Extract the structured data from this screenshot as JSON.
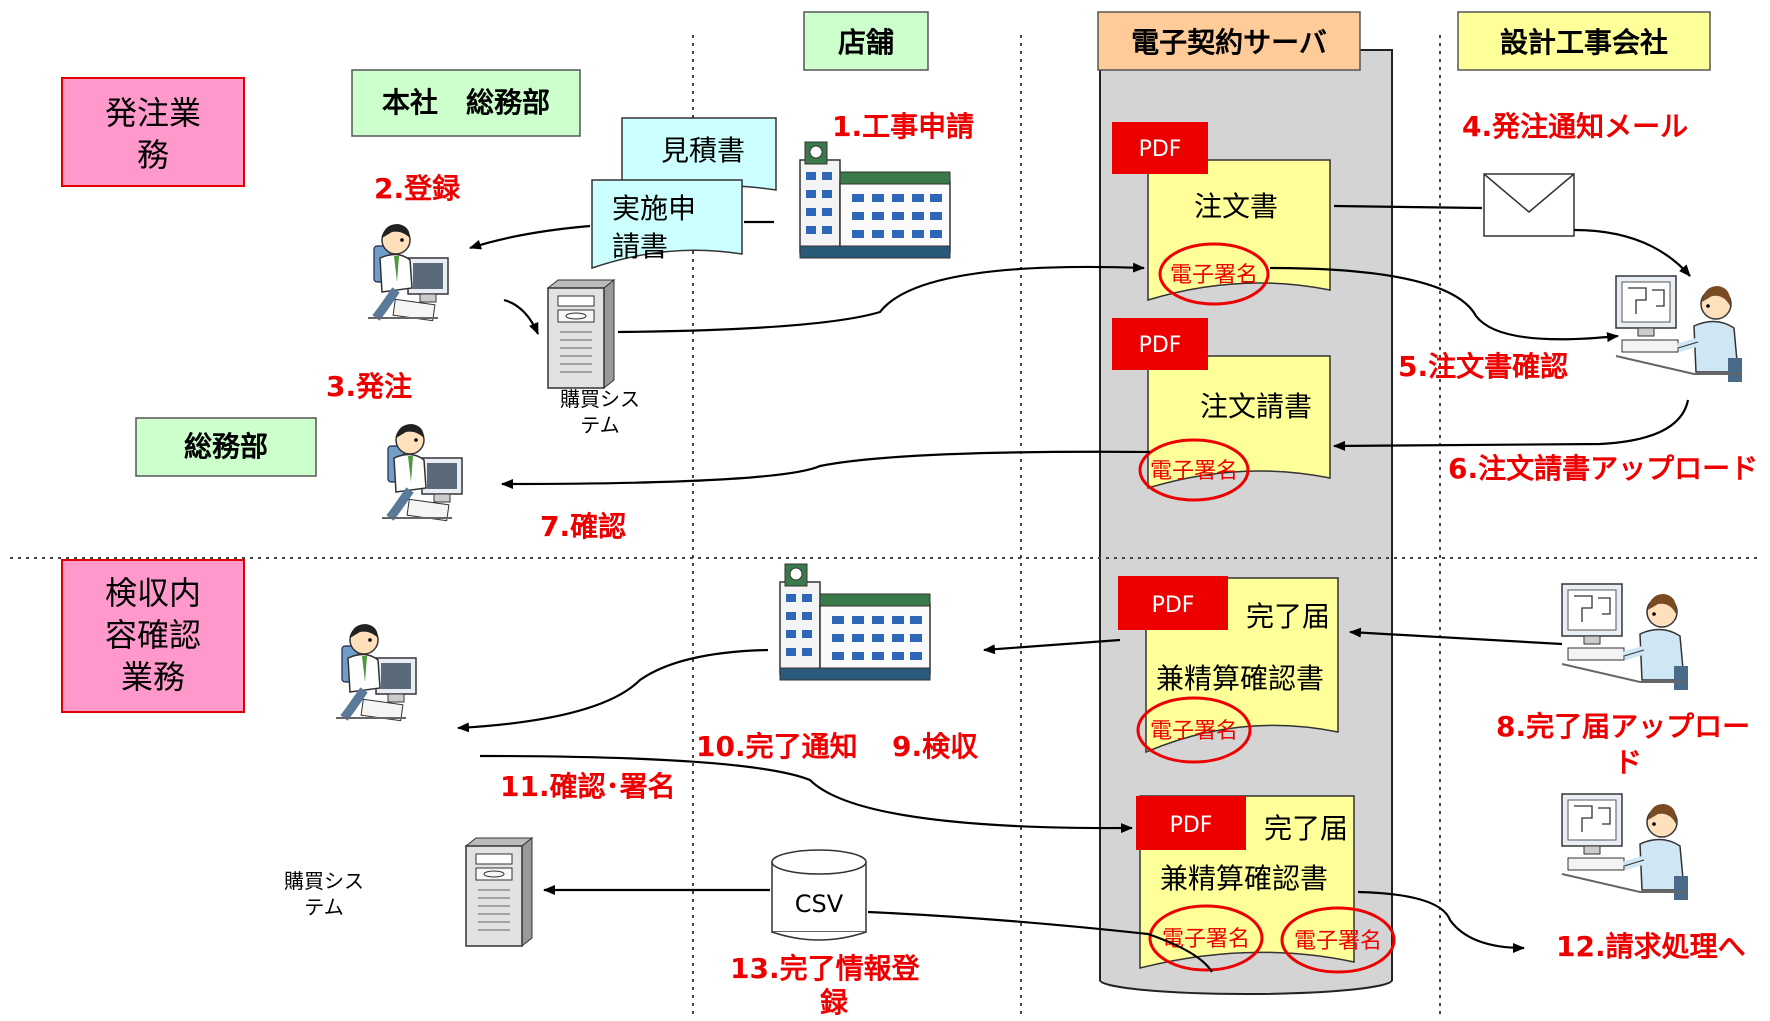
{
  "columns": {
    "store": "店舗",
    "server": "電子契約サーバ",
    "contractor": "設計工事会社"
  },
  "sections": {
    "ordering": [
      "発注業",
      "務"
    ],
    "inspection": [
      "検収内",
      "容確認",
      "業務"
    ]
  },
  "departments": {
    "hq": "本社　総務部",
    "general": "総務部"
  },
  "documents": {
    "estimate": "見積書",
    "application": [
      "実施申",
      "請書"
    ],
    "order": "注文書",
    "order_confirm": "注文請書",
    "completion_1": [
      "完了届",
      "兼精算確認書"
    ],
    "completion_2": [
      "完了届",
      "兼精算確認書"
    ],
    "pdf_label": "PDF",
    "signature": "電子署名",
    "csv": "CSV"
  },
  "systems": {
    "purchase_1": [
      "購買シス",
      "テム"
    ],
    "purchase_2": [
      "購買シス",
      "テム"
    ]
  },
  "steps": {
    "s1": "1.工事申請",
    "s2": "2.登録",
    "s3": "3.発注",
    "s4": "4.発注通知メール",
    "s5": "5.注文書確認",
    "s6": "6.注文請書アップロード",
    "s7": "7.確認",
    "s8": [
      "8.完了届アップロー",
      "ド"
    ],
    "s9": "9.検収",
    "s10": "10.完了通知",
    "s11": "11.確認･署名",
    "s12": "12.請求処理へ",
    "s13": [
      "13.完了情報登",
      "録"
    ]
  },
  "colors": {
    "step_text": "#ee0000",
    "section_box": "#ff99cc",
    "section_border": "#dd0000",
    "dept_box": "#ccffcc",
    "store_box": "#ccffcc",
    "server_box": "#ffcc99",
    "contractor_box": "#ffff99",
    "server_cylinder": "#d4d4d4",
    "doc_yellow": "#ffff99",
    "doc_cyan": "#ccffff",
    "pdf_red": "#ee0000"
  }
}
